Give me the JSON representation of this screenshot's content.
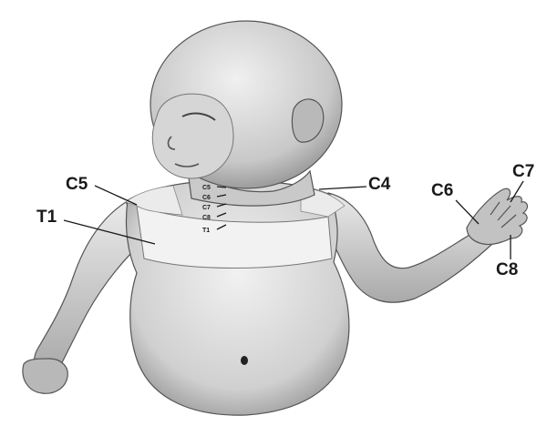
{
  "figure": {
    "colors": {
      "background": "#ffffff",
      "skin_light": "#e4e4e4",
      "skin_mid": "#bdbdbd",
      "skin_dark": "#8a8a8a",
      "band": "#f2f2f2",
      "label": "#1a1a1a"
    },
    "labels": {
      "c5": "C5",
      "t1": "T1",
      "c4": "C4",
      "c6": "C6",
      "c7": "C7",
      "c8": "C8"
    },
    "neck_labels": [
      "C5",
      "C6",
      "C7",
      "C8",
      "T1"
    ]
  }
}
